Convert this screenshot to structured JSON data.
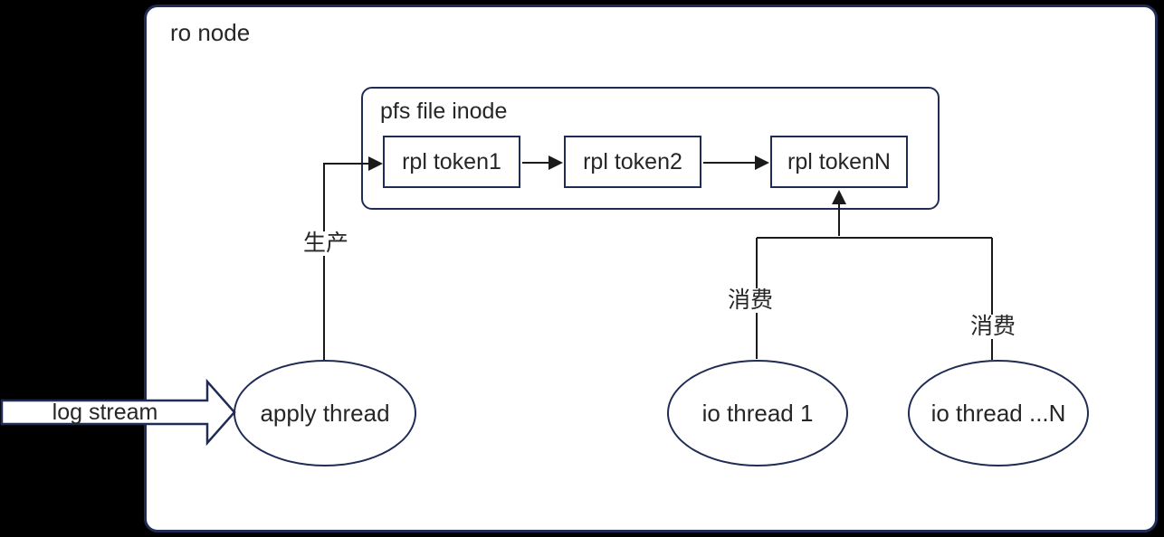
{
  "colors": {
    "outline_navy": "#202c55",
    "connector_black": "#1a1a1a",
    "text": "#262626",
    "node_fill": "#ffffff",
    "outside_background": "#000000"
  },
  "diagram": {
    "container_label": "ro node",
    "inode_group_label": "pfs file inode",
    "tokens": [
      {
        "label": "rpl token1"
      },
      {
        "label": "rpl token2"
      },
      {
        "label": "rpl tokenN"
      }
    ],
    "threads": {
      "apply": "apply thread",
      "io1": "io thread 1",
      "ioN": "io thread ...N"
    },
    "edge_labels": {
      "produce": "生产",
      "consume_left": "消费",
      "consume_right": "消费"
    },
    "input_arrow_label": "log stream"
  }
}
